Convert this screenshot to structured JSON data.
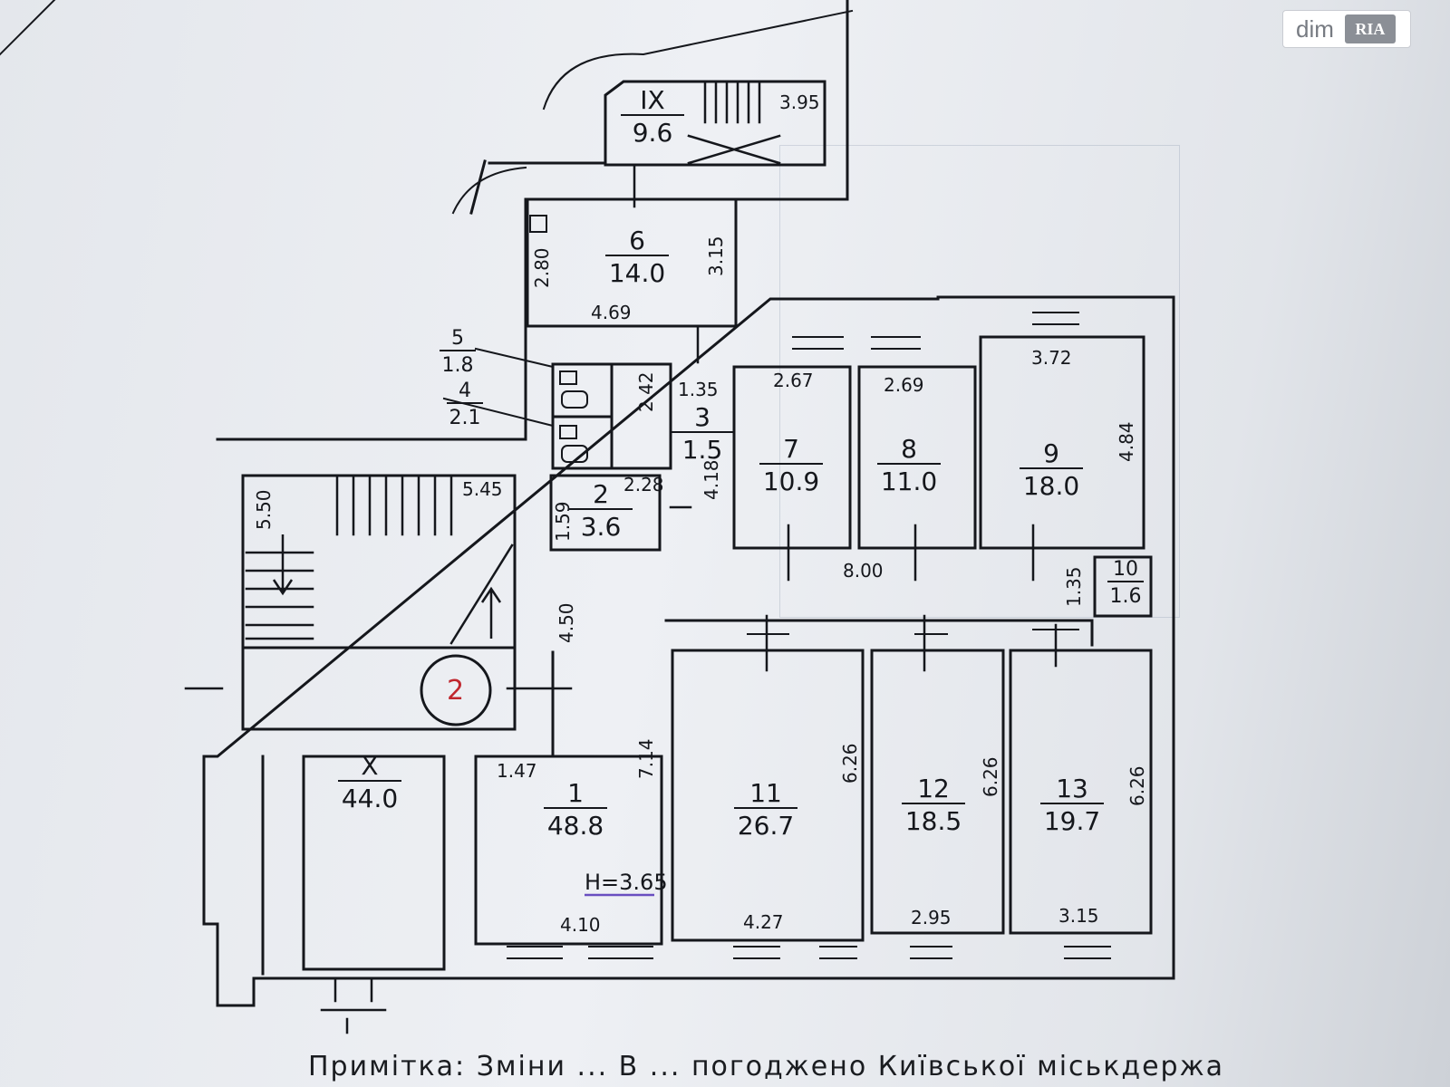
{
  "rooms": [
    {
      "id": "rm-ix",
      "number": "IX",
      "area": "9.6"
    },
    {
      "id": "rm-6",
      "number": "6",
      "area": "14.0"
    },
    {
      "id": "rm-5",
      "number": "5",
      "area": "1.8"
    },
    {
      "id": "rm-4",
      "number": "4",
      "area": "2.1"
    },
    {
      "id": "rm-3",
      "number": "3",
      "area": "1.5"
    },
    {
      "id": "rm-2",
      "number": "2",
      "area": "3.6"
    },
    {
      "id": "rm-7",
      "number": "7",
      "area": "10.9"
    },
    {
      "id": "rm-8",
      "number": "8",
      "area": "11.0"
    },
    {
      "id": "rm-9",
      "number": "9",
      "area": "18.0"
    },
    {
      "id": "rm-10",
      "number": "10",
      "area": "1.6"
    },
    {
      "id": "rm-x",
      "number": "X",
      "area": "44.0"
    },
    {
      "id": "rm-1",
      "number": "1",
      "area": "48.8"
    },
    {
      "id": "rm-11",
      "number": "11",
      "area": "26.7"
    },
    {
      "id": "rm-12",
      "number": "12",
      "area": "18.5"
    },
    {
      "id": "rm-13",
      "number": "13",
      "area": "19.7"
    }
  ],
  "dimensions": [
    "3.95",
    "2.80",
    "3.15",
    "4.69",
    "1.35",
    "2.42",
    "2.67",
    "2.69",
    "3.72",
    "4.84",
    "5.45",
    "5.50",
    "2.28",
    "1.59",
    "4.18",
    "8.00",
    "1.35",
    "4.50",
    "7.14",
    "1.47",
    "6.26",
    "6.26",
    "6.26",
    "4.10",
    "4.27",
    "2.95",
    "3.15"
  ],
  "ceiling_height": "H=3.65",
  "stair_marker": "2",
  "caption": "Примітка: Зміни ... В ... погоджено Київської міськдержа",
  "watermark": {
    "text": "dim",
    "badge": "RIA"
  },
  "colors": {
    "ink": "#15171c",
    "paper": "#eceef2",
    "marker": "#c0262d"
  }
}
